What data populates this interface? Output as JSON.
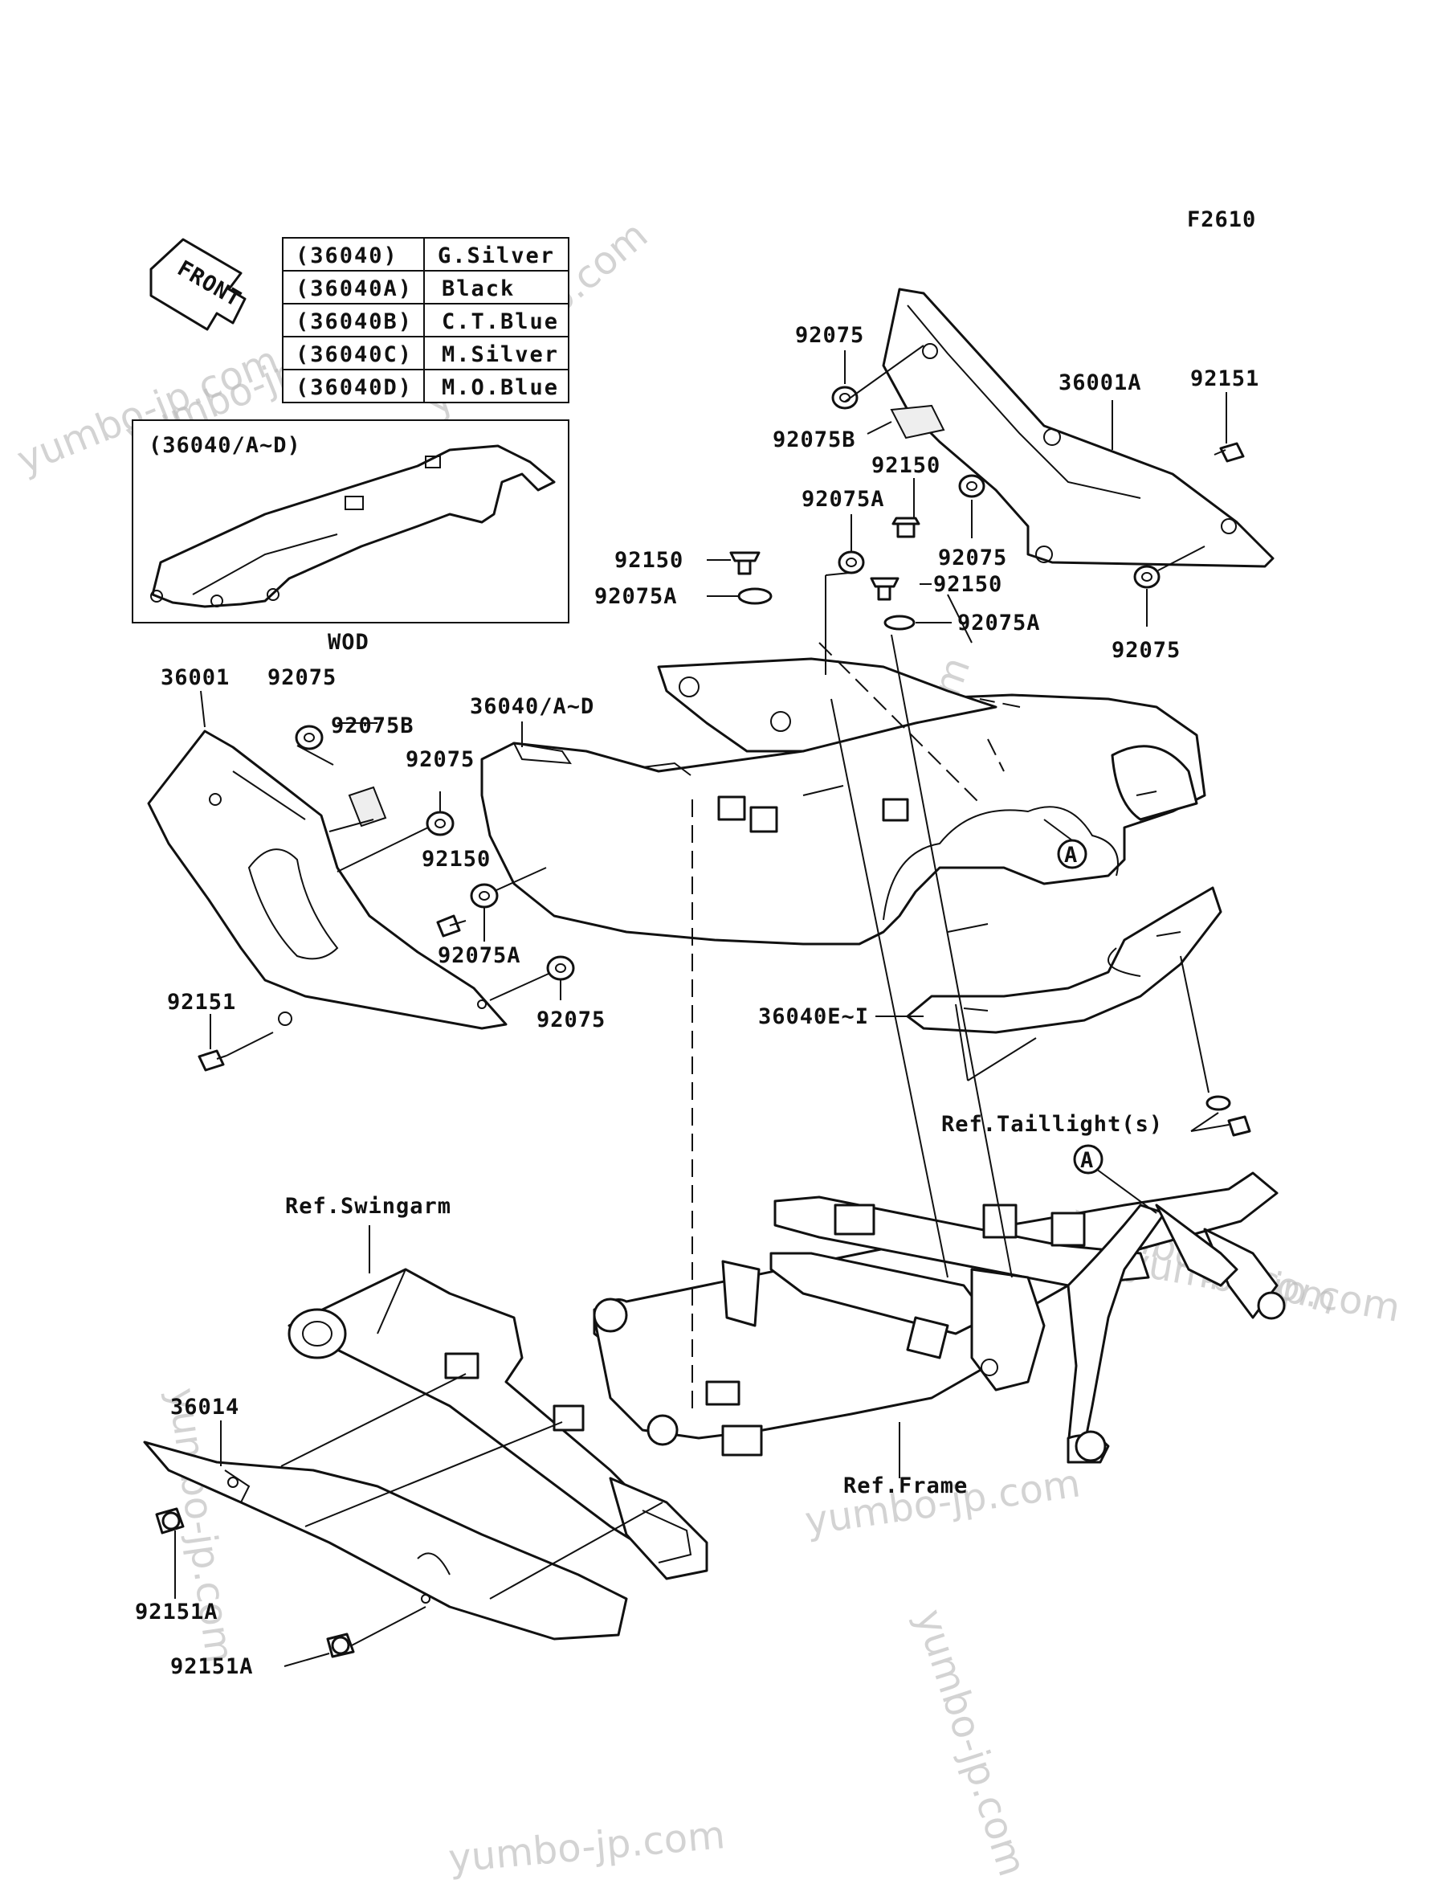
{
  "diagram_code": "F2610",
  "front_label": "FRONT",
  "color_table": [
    {
      "code": "(36040)",
      "color": "G.Silver"
    },
    {
      "code": "(36040A)",
      "color": "Black"
    },
    {
      "code": "(36040B)",
      "color": "C.T.Blue"
    },
    {
      "code": "(36040C)",
      "color": "M.Silver"
    },
    {
      "code": "(36040D)",
      "color": "M.O.Blue"
    }
  ],
  "inset": {
    "title": "(36040/A~D)",
    "caption": "WOD"
  },
  "labels": {
    "p92075_top": "92075",
    "p36001A": "36001A",
    "p92151_top": "92151",
    "p92075B_top": "92075B",
    "p92150_a": "92150",
    "p92075A_a": "92075A",
    "p92075_mid": "92075",
    "p92150_b": "92150",
    "p92075A_b": "92075A",
    "p92150_c": "92150",
    "p92075A_c": "92075A",
    "p92075_r": "92075",
    "p36001": "36001",
    "p92075_l1": "92075",
    "p36040AD": "36040/A~D",
    "p92075B_l": "92075B",
    "p92075_l2": "92075",
    "p92150_l": "92150",
    "p92075A_l": "92075A",
    "p92075_l3": "92075",
    "p92151_l": "92151",
    "p36040EI": "36040E~I",
    "ref_taillight": "Ref.Taillight(s)",
    "ref_swingarm": "Ref.Swingarm",
    "ref_frame": "Ref.Frame",
    "p36014": "36014",
    "p92151A_1": "92151A",
    "p92151A_2": "92151A",
    "circle_a1": "A",
    "circle_a2": "A"
  },
  "watermarks": [
    "yumbo-jp.com",
    "yumbo-jp.com",
    "yumbo-jp.com",
    "yumbo-jp.com",
    "yumbo-jp.com",
    "yumbo-jp.com",
    "yumbo-jp.com",
    "yumbo-jp.com",
    "yumbo-jp.com",
    "yumbo-jp.com"
  ]
}
